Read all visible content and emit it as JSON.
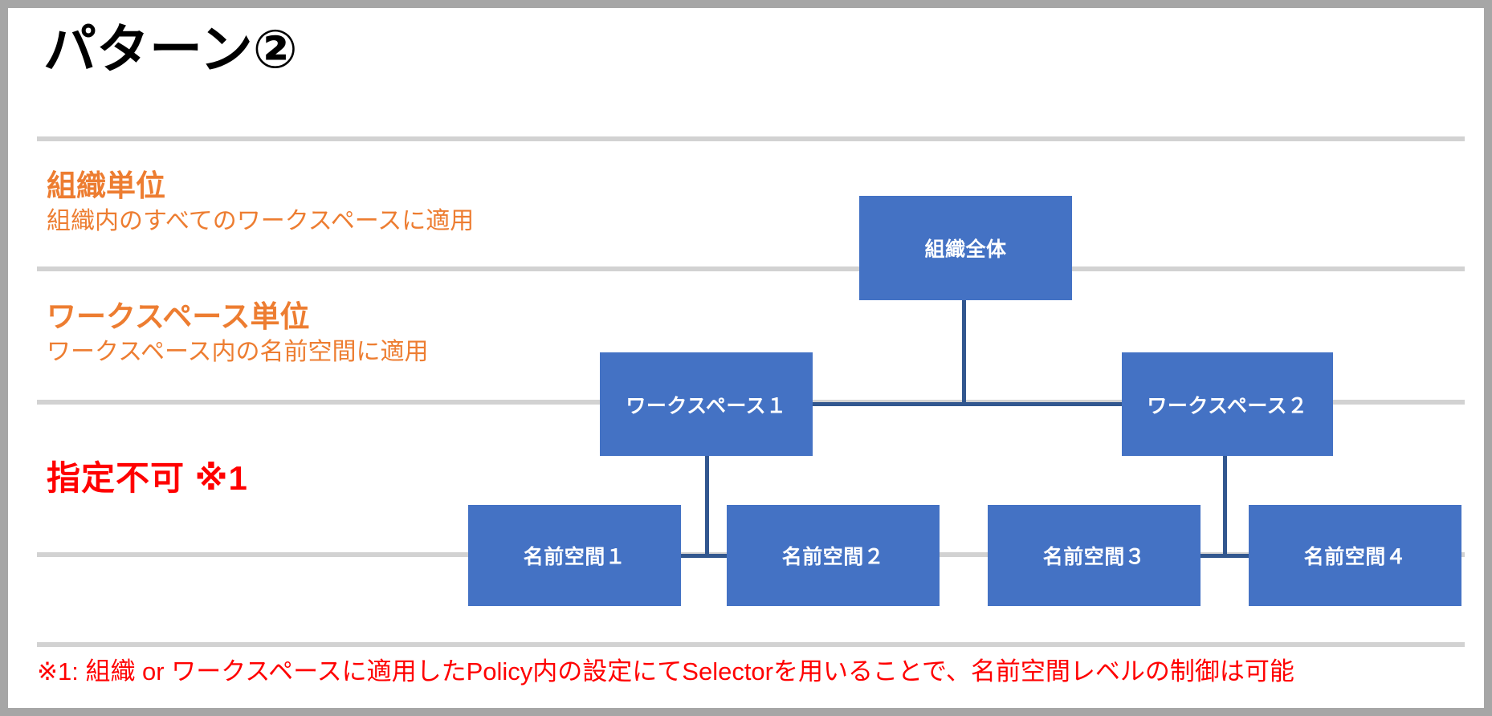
{
  "slide": {
    "title": "パターン②",
    "background": "#ffffff",
    "frame_color": "#a6a6a6",
    "accent_orange": "#ed7d31",
    "accent_red": "#ff0000",
    "node_blue": "#4472c4",
    "connector_blue": "#32578f",
    "rule_gray": "#d2d2d2"
  },
  "levels": [
    {
      "heading": "組織単位",
      "subtitle": "組織内のすべてのワークスペースに適用",
      "color": "#ed7d31"
    },
    {
      "heading": "ワークスペース単位",
      "subtitle": "ワークスペース内の名前空間に適用",
      "color": "#ed7d31"
    }
  ],
  "restricted_label": "指定不可 ※1",
  "diagram": {
    "org_node": "組織全体",
    "workspace_nodes": [
      "ワークスペース１",
      "ワークスペース２"
    ],
    "namespace_nodes": [
      "名前空間１",
      "名前空間２",
      "名前空間３",
      "名前空間４"
    ]
  },
  "footnote": "※1: 組織 or ワークスペースに適用したPolicy内の設定にてSelectorを用いることで、名前空間レベルの制御は可能"
}
